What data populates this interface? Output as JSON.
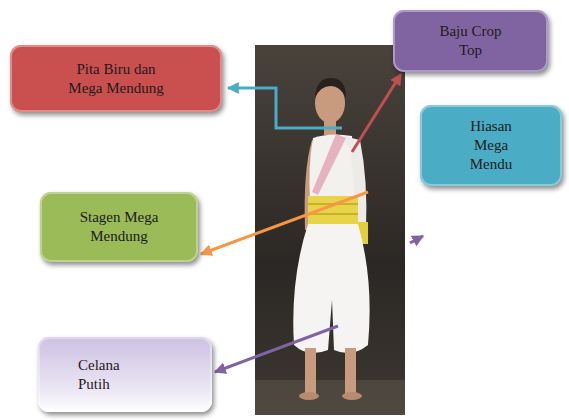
{
  "diagram": {
    "nodes": [
      {
        "text": [
          "Baju Crop Top"
        ]
      },
      {
        "text": [
          "Pita Biru dan Mega Mendung"
        ]
      },
      {
        "text": [
          "Hiasan Mega Mendu"
        ]
      },
      {
        "text": [
          "Stagen Mega Mendung"
        ]
      },
      {
        "text": [
          "Celana Putih"
        ]
      }
    ]
  }
}
